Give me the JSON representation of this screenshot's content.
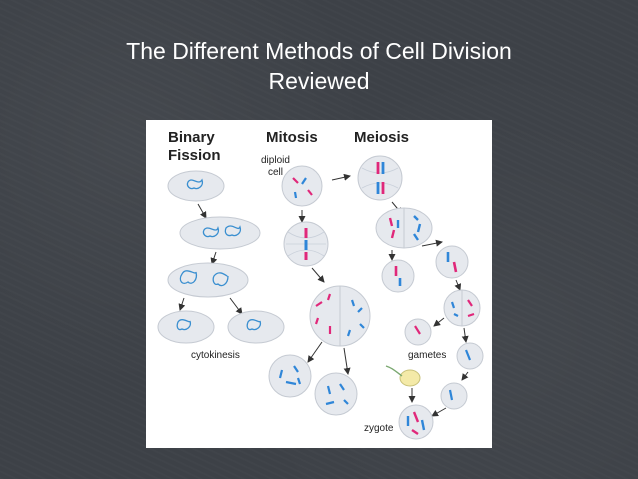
{
  "slide": {
    "title_line1": "The Different Methods of Cell Division",
    "title_line2": "Reviewed"
  },
  "figure": {
    "headings": {
      "binary_line1": "Binary",
      "binary_line2": "Fission",
      "mitosis": "Mitosis",
      "meiosis": "Meiosis"
    },
    "labels": {
      "diploid_line1": "diploid",
      "diploid_line2": "cell",
      "cytokinesis": "cytokinesis",
      "gametes": "gametes",
      "zygote": "zygote"
    },
    "colors": {
      "cell_fill": "#e6e9ee",
      "cell_stroke": "#c5cad2",
      "dna_blue": "#3a8fd0",
      "chrom_pink": "#e0287a",
      "chrom_blue": "#2f86d8",
      "arrow": "#333333"
    }
  }
}
